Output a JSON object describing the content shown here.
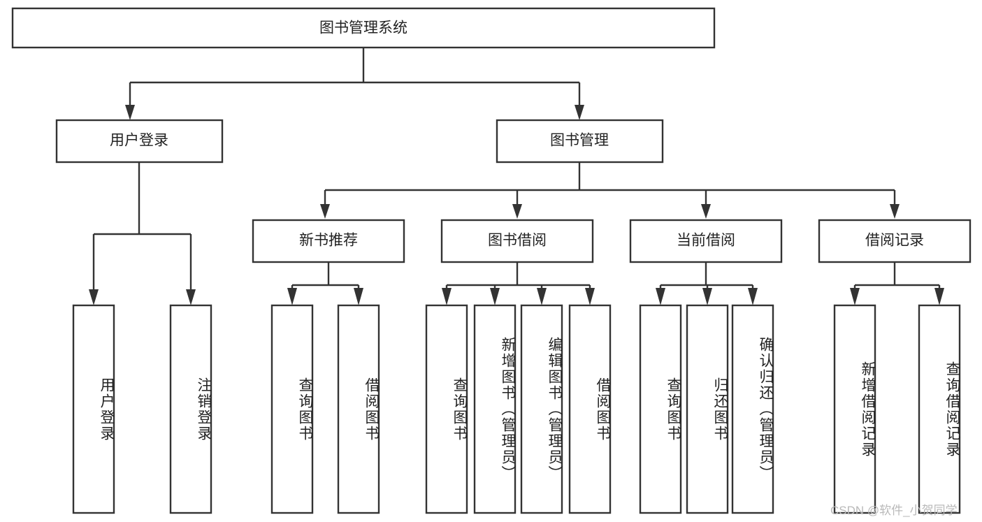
{
  "diagram": {
    "type": "tree-hierarchy",
    "title": "图书管理系统",
    "orientation": "top-down",
    "colors": {
      "box_stroke": "#333333",
      "box_fill": "#ffffff",
      "text": "#222222",
      "background": "#ffffff",
      "watermark": "#b9b9b9"
    },
    "levels": [
      {
        "level": 1,
        "nodes": [
          {
            "id": "root",
            "label": "图书管理系统",
            "orientation": "horizontal"
          }
        ]
      },
      {
        "level": 2,
        "nodes": [
          {
            "id": "user-login",
            "label": "用户登录",
            "orientation": "horizontal",
            "parent": "root"
          },
          {
            "id": "book-admin",
            "label": "图书管理",
            "orientation": "horizontal",
            "parent": "root"
          }
        ]
      },
      {
        "level": 3,
        "nodes": [
          {
            "id": "new-book-rec",
            "label": "新书推荐",
            "orientation": "horizontal",
            "parent": "book-admin"
          },
          {
            "id": "book-borrow",
            "label": "图书借阅",
            "orientation": "horizontal",
            "parent": "book-admin"
          },
          {
            "id": "current-borrow",
            "label": "当前借阅",
            "orientation": "horizontal",
            "parent": "book-admin"
          },
          {
            "id": "borrow-record",
            "label": "借阅记录",
            "orientation": "horizontal",
            "parent": "book-admin"
          }
        ]
      },
      {
        "level": 4,
        "nodes": [
          {
            "id": "leaf-user-login",
            "label": "用户登录",
            "orientation": "vertical",
            "parent": "user-login"
          },
          {
            "id": "leaf-user-logout",
            "label": "注销登录",
            "orientation": "vertical",
            "parent": "user-login"
          },
          {
            "id": "leaf-rec-query",
            "label": "查询图书",
            "orientation": "vertical",
            "parent": "new-book-rec"
          },
          {
            "id": "leaf-rec-borrow",
            "label": "借阅图书",
            "orientation": "vertical",
            "parent": "new-book-rec"
          },
          {
            "id": "leaf-borrow-query",
            "label": "查询图书",
            "orientation": "vertical",
            "parent": "book-borrow"
          },
          {
            "id": "leaf-borrow-add",
            "label": "新增图书（管理员）",
            "orientation": "vertical",
            "parent": "book-borrow"
          },
          {
            "id": "leaf-borrow-edit",
            "label": "编辑图书（管理员）",
            "orientation": "vertical",
            "parent": "book-borrow"
          },
          {
            "id": "leaf-borrow-do",
            "label": "借阅图书",
            "orientation": "vertical",
            "parent": "book-borrow"
          },
          {
            "id": "leaf-cur-query",
            "label": "查询图书",
            "orientation": "vertical",
            "parent": "current-borrow"
          },
          {
            "id": "leaf-cur-return",
            "label": "归还图书",
            "orientation": "vertical",
            "parent": "current-borrow"
          },
          {
            "id": "leaf-cur-confirm",
            "label": "确认归还（管理员）",
            "orientation": "vertical",
            "parent": "current-borrow"
          },
          {
            "id": "leaf-rec-add",
            "label": "新增借阅记录",
            "orientation": "vertical",
            "parent": "borrow-record"
          },
          {
            "id": "leaf-rec-query-record",
            "label": "查询借阅记录",
            "orientation": "vertical",
            "parent": "borrow-record"
          }
        ]
      }
    ]
  },
  "watermark": {
    "text": "CSDN @软件_小贺同学"
  }
}
